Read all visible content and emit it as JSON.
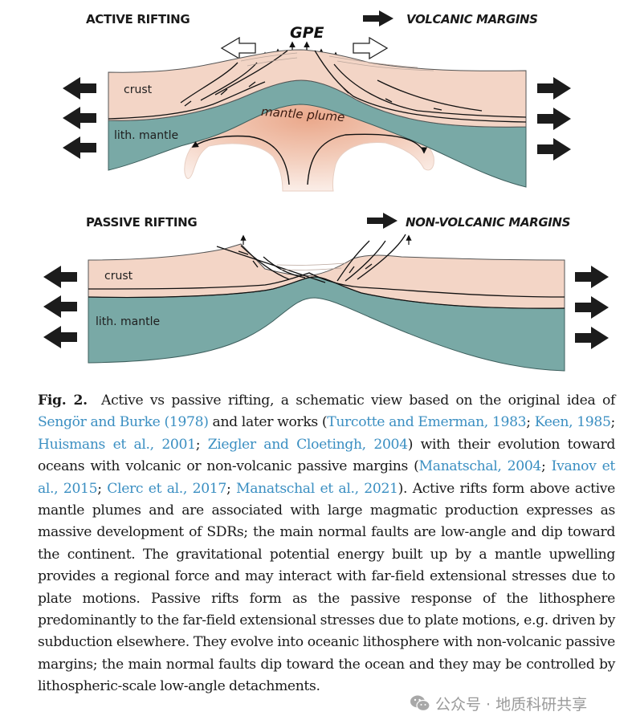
{
  "figure": {
    "active_panel": {
      "title": "ACTIVE RIFTING",
      "outcome": "VOLCANIC MARGINS",
      "gpe_label": "GPE",
      "crust_label": "crust",
      "mantle_label": "lith. mantle",
      "plume_label": "mantle plume"
    },
    "passive_panel": {
      "title": "PASSIVE RIFTING",
      "outcome": "NON-VOLCANIC MARGINS",
      "crust_label": "crust",
      "mantle_label": "lith. mantle"
    },
    "colors": {
      "crust": "#f3d5c6",
      "lith_mantle": "#79a9a6",
      "plume": "#eeb49a",
      "arrow": "#1c1c1c",
      "outline": "#3a3a3a"
    }
  },
  "caption": {
    "fig_number": "Fig. 2.",
    "segments": [
      {
        "text": "Active vs passive rifting, a schematic view based on the original idea of ",
        "link": false
      },
      {
        "text": "Sengör and Burke (1978)",
        "link": true
      },
      {
        "text": " and later works (",
        "link": false
      },
      {
        "text": "Turcotte and Emerman, 1983",
        "link": true
      },
      {
        "text": "; ",
        "link": false
      },
      {
        "text": "Keen, 1985",
        "link": true
      },
      {
        "text": "; ",
        "link": false
      },
      {
        "text": "Huismans et al., 2001",
        "link": true
      },
      {
        "text": "; ",
        "link": false
      },
      {
        "text": "Ziegler and Cloetingh, 2004",
        "link": true
      },
      {
        "text": ") with their evolution toward oceans with volcanic or non-volcanic passive margins (",
        "link": false
      },
      {
        "text": "Manatschal, 2004",
        "link": true
      },
      {
        "text": "; ",
        "link": false
      },
      {
        "text": "Ivanov et al., 2015",
        "link": true
      },
      {
        "text": "; ",
        "link": false
      },
      {
        "text": "Clerc et al., 2017",
        "link": true
      },
      {
        "text": "; ",
        "link": false
      },
      {
        "text": "Manatschal et al., 2021",
        "link": true
      },
      {
        "text": "). Active rifts form above active mantle plumes and are associated with large magmatic production expresses as massive development of SDRs; the main normal faults are low-angle and dip toward the continent. The gravitational potential energy built up by a mantle upwelling provides a regional force and may interact with far-field extensional stresses due to plate motions. Passive rifts form as the passive response of the lithosphere predominantly to the far-field extensional stresses due to plate motions, e.g. driven by subduction elsewhere. They evolve into oceanic lithosphere with non-volcanic passive margins; the main normal faults dip toward the ocean and they may be controlled by lithospheric-scale low-angle detachments.",
        "link": false
      }
    ]
  },
  "watermark": {
    "icon": "wechat-icon",
    "text": "公众号 · 地质科研共享"
  }
}
